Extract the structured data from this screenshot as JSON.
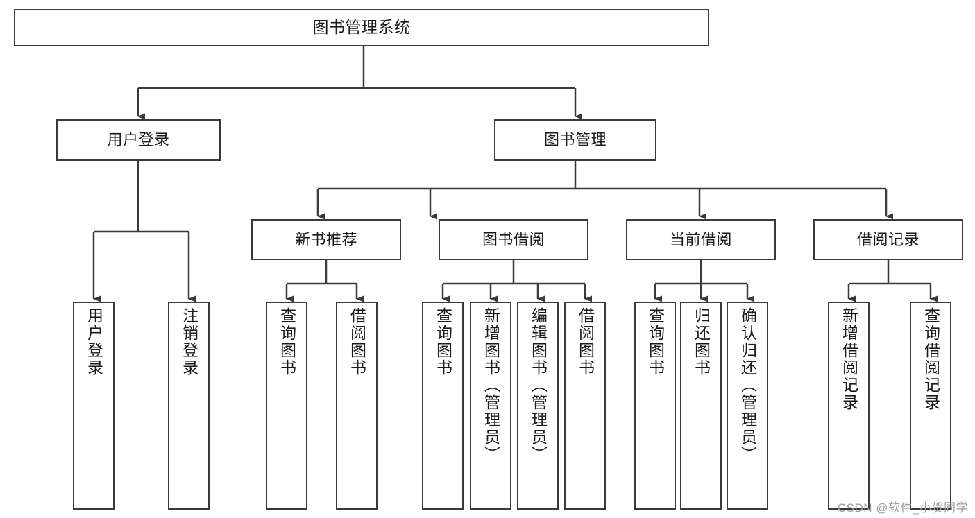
{
  "diagram": {
    "title": "图书管理系统",
    "watermark": "CSDN @软件_小贺同学",
    "colors": {
      "stroke": "#3a3a3a",
      "fill": "#ffffff",
      "text": "#1a1a1a",
      "watermark": "#9b9b9b"
    },
    "levels": {
      "root": [
        {
          "id": "root",
          "label": "图书管理系统"
        }
      ],
      "level1": [
        {
          "id": "user-login",
          "label": "用户登录"
        },
        {
          "id": "book-manage",
          "label": "图书管理"
        }
      ],
      "level2": [
        {
          "id": "new-book-recommend",
          "label": "新书推荐"
        },
        {
          "id": "book-borrow",
          "label": "图书借阅"
        },
        {
          "id": "current-borrow",
          "label": "当前借阅"
        },
        {
          "id": "borrow-record",
          "label": "借阅记录"
        }
      ],
      "leaves": [
        {
          "id": "leaf-user-login",
          "label": "用户登录",
          "parent": "user-login"
        },
        {
          "id": "leaf-logout-login",
          "label": "注销登录",
          "parent": "user-login"
        },
        {
          "id": "leaf-query-book-1",
          "label": "查询图书",
          "parent": "new-book-recommend"
        },
        {
          "id": "leaf-borrow-book-1",
          "label": "借阅图书",
          "parent": "new-book-recommend"
        },
        {
          "id": "leaf-query-book-2",
          "label": "查询图书",
          "parent": "book-borrow"
        },
        {
          "id": "leaf-add-book",
          "label": "新增图书（管理员）",
          "parent": "book-borrow"
        },
        {
          "id": "leaf-edit-book",
          "label": "编辑图书（管理员）",
          "parent": "book-borrow"
        },
        {
          "id": "leaf-borrow-book-2",
          "label": "借阅图书",
          "parent": "book-borrow"
        },
        {
          "id": "leaf-query-book-3",
          "label": "查询图书",
          "parent": "current-borrow"
        },
        {
          "id": "leaf-return-book",
          "label": "归还图书",
          "parent": "current-borrow"
        },
        {
          "id": "leaf-confirm-return",
          "label": "确认归还（管理员）",
          "parent": "current-borrow"
        },
        {
          "id": "leaf-add-record",
          "label": "新增借阅记录",
          "parent": "borrow-record"
        },
        {
          "id": "leaf-query-record",
          "label": "查询借阅记录",
          "parent": "borrow-record"
        }
      ]
    }
  }
}
